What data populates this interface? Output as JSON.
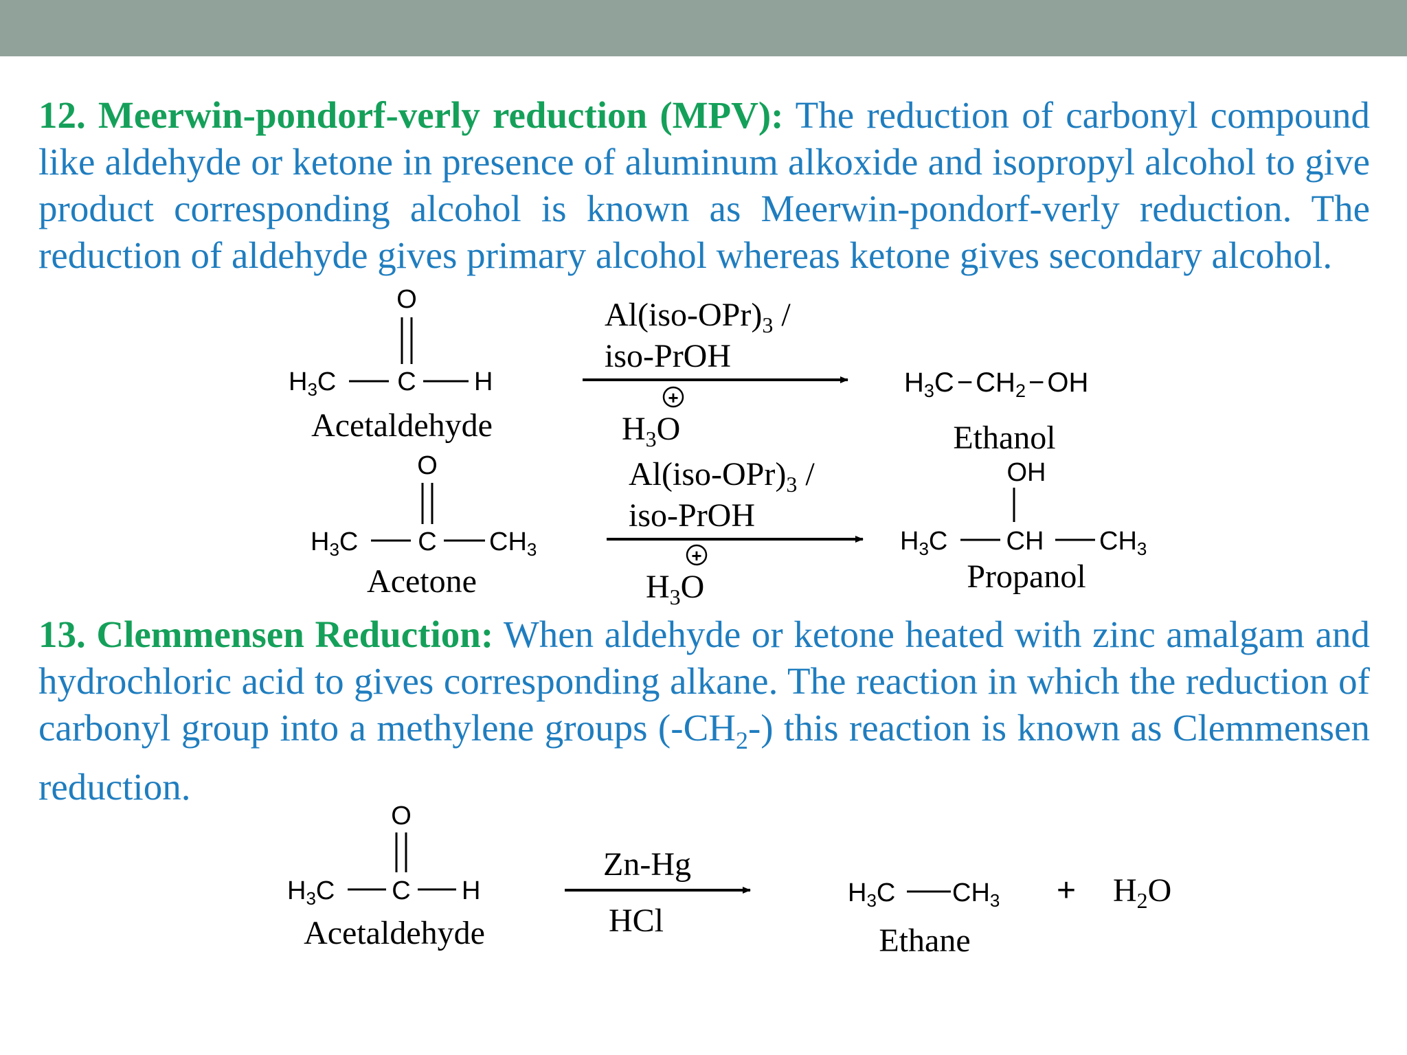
{
  "section12": {
    "heading": "12. Meerwin-pondorf-verly reduction (MPV):",
    "body": " The reduction of carbonyl compound like aldehyde or ketone in presence of aluminum alkoxide and isopropyl alcohol to give product corresponding alcohol is known as Meerwin-pondorf-verly reduction. The reduction of aldehyde gives primary alcohol whereas ketone gives secondary alcohol."
  },
  "section13": {
    "heading": "13. Clemmensen Reduction:",
    "body_before": " When aldehyde or ketone heated with zinc amalgam and hydrochloric acid to gives corresponding alkane. The reaction in which the reduction of carbonyl group into a methylene groups (-CH",
    "body_sub": "2",
    "body_after": "-) this reaction is known as Clemmensen reduction."
  },
  "reaction1": {
    "carbonyl_o": "O",
    "reactant_left": "H",
    "reactant_left_sub": "3",
    "reactant_left_tail": "C",
    "reactant_center": "C",
    "reactant_right": "H",
    "reactant_name": "Acetaldehyde",
    "reagent_line1": "Al(iso-OPr)",
    "reagent_line1_sub": "3",
    "reagent_line1_tail": " /",
    "reagent_line2": "iso-PrOH",
    "reagent_plus": "+",
    "reagent_water": "H",
    "reagent_water_sub": "3",
    "reagent_water_tail": "O",
    "product_formula": "H3C−CH2−OH",
    "product_name": "Ethanol"
  },
  "reaction2": {
    "carbonyl_o": "O",
    "reactant_left": "H",
    "reactant_left_sub": "3",
    "reactant_left_tail": "C",
    "reactant_center": "C",
    "reactant_right": "CH",
    "reactant_right_sub": "3",
    "reactant_name": "Acetone",
    "reagent_line1": "Al(iso-OPr)",
    "reagent_line1_sub": "3",
    "reagent_line1_tail": " /",
    "reagent_line2": "iso-PrOH",
    "reagent_plus": "+",
    "reagent_water": "H",
    "reagent_water_sub": "3",
    "reagent_water_tail": "O",
    "product_oh": "OH",
    "product_left": "H",
    "product_left_sub": "3",
    "product_left_tail": "C",
    "product_center": "CH",
    "product_right": "CH",
    "product_right_sub": "3",
    "product_name": "Propanol"
  },
  "reaction3": {
    "carbonyl_o": "O",
    "reactant_left": "H",
    "reactant_left_sub": "3",
    "reactant_left_tail": "C",
    "reactant_center": "C",
    "reactant_right": "H",
    "reactant_name": "Acetaldehyde",
    "reagent_top": "Zn-Hg",
    "reagent_bottom": "HCl",
    "product_left": "H",
    "product_left_sub": "3",
    "product_left_tail": "C",
    "product_right": "CH",
    "product_right_sub": "3",
    "plus": "+",
    "water": "H",
    "water_sub": "2",
    "water_tail": "O",
    "product_name": "Ethane"
  }
}
